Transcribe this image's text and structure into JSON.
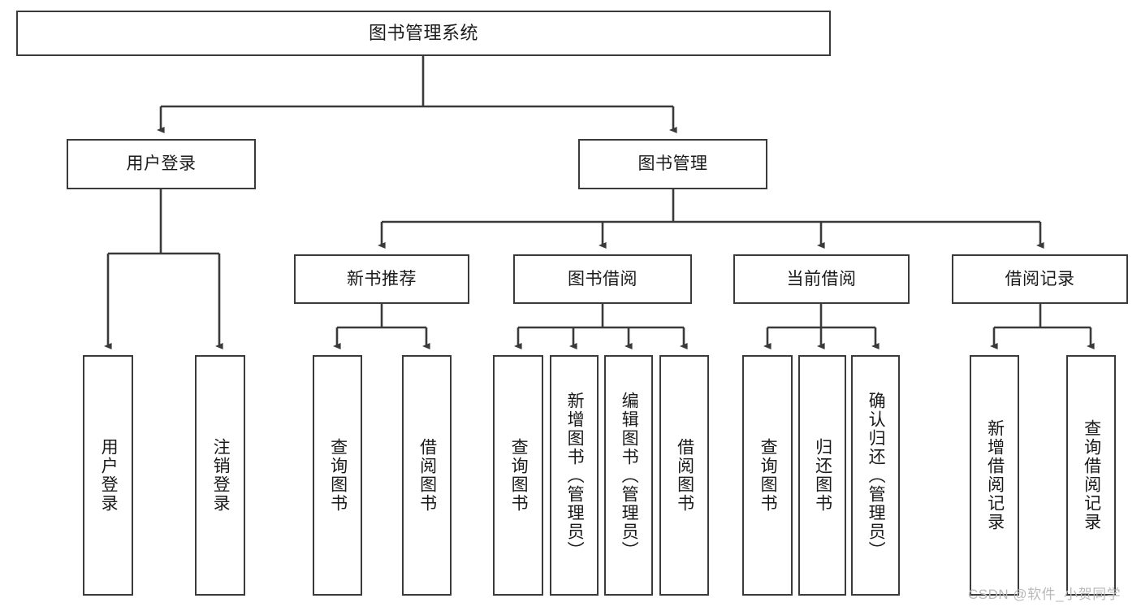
{
  "diagram": {
    "type": "tree-hierarchy-flowchart",
    "root": {
      "id": "root",
      "label": "图书管理系统"
    },
    "level1": [
      {
        "id": "user-login",
        "label": "用户登录"
      },
      {
        "id": "book-manage",
        "label": "图书管理"
      }
    ],
    "level2": [
      {
        "id": "new-book-recommend",
        "label": "新书推荐",
        "parent": "book-manage"
      },
      {
        "id": "book-borrow",
        "label": "图书借阅",
        "parent": "book-manage"
      },
      {
        "id": "current-borrow",
        "label": "当前借阅",
        "parent": "book-manage"
      },
      {
        "id": "borrow-record",
        "label": "借阅记录",
        "parent": "book-manage"
      }
    ],
    "leaves": [
      {
        "id": "leaf-user-login",
        "label": "用户登录",
        "parent": "user-login"
      },
      {
        "id": "leaf-logout-login",
        "label": "注销登录",
        "parent": "user-login"
      },
      {
        "id": "leaf-query-book-1",
        "label": "查询图书",
        "parent": "new-book-recommend"
      },
      {
        "id": "leaf-borrow-book-1",
        "label": "借阅图书",
        "parent": "new-book-recommend"
      },
      {
        "id": "leaf-query-book-2",
        "label": "查询图书",
        "parent": "book-borrow"
      },
      {
        "id": "leaf-add-book",
        "label": "新增图书（管理员）",
        "parent": "book-borrow"
      },
      {
        "id": "leaf-edit-book",
        "label": "编辑图书（管理员）",
        "parent": "book-borrow"
      },
      {
        "id": "leaf-borrow-book-2",
        "label": "借阅图书",
        "parent": "book-borrow"
      },
      {
        "id": "leaf-query-book-3",
        "label": "查询图书",
        "parent": "current-borrow"
      },
      {
        "id": "leaf-return-book",
        "label": "归还图书",
        "parent": "current-borrow"
      },
      {
        "id": "leaf-confirm-return",
        "label": "确认归还（管理员）",
        "parent": "current-borrow"
      },
      {
        "id": "leaf-add-record",
        "label": "新增借阅记录",
        "parent": "borrow-record"
      },
      {
        "id": "leaf-query-record",
        "label": "查询借阅记录",
        "parent": "borrow-record"
      }
    ],
    "watermark": "CSDN @软件_小贺同学",
    "colors": {
      "stroke": "#3a3a3a",
      "background": "#ffffff",
      "text": "#1a1a1a",
      "watermark": "#b9b9b9"
    }
  }
}
